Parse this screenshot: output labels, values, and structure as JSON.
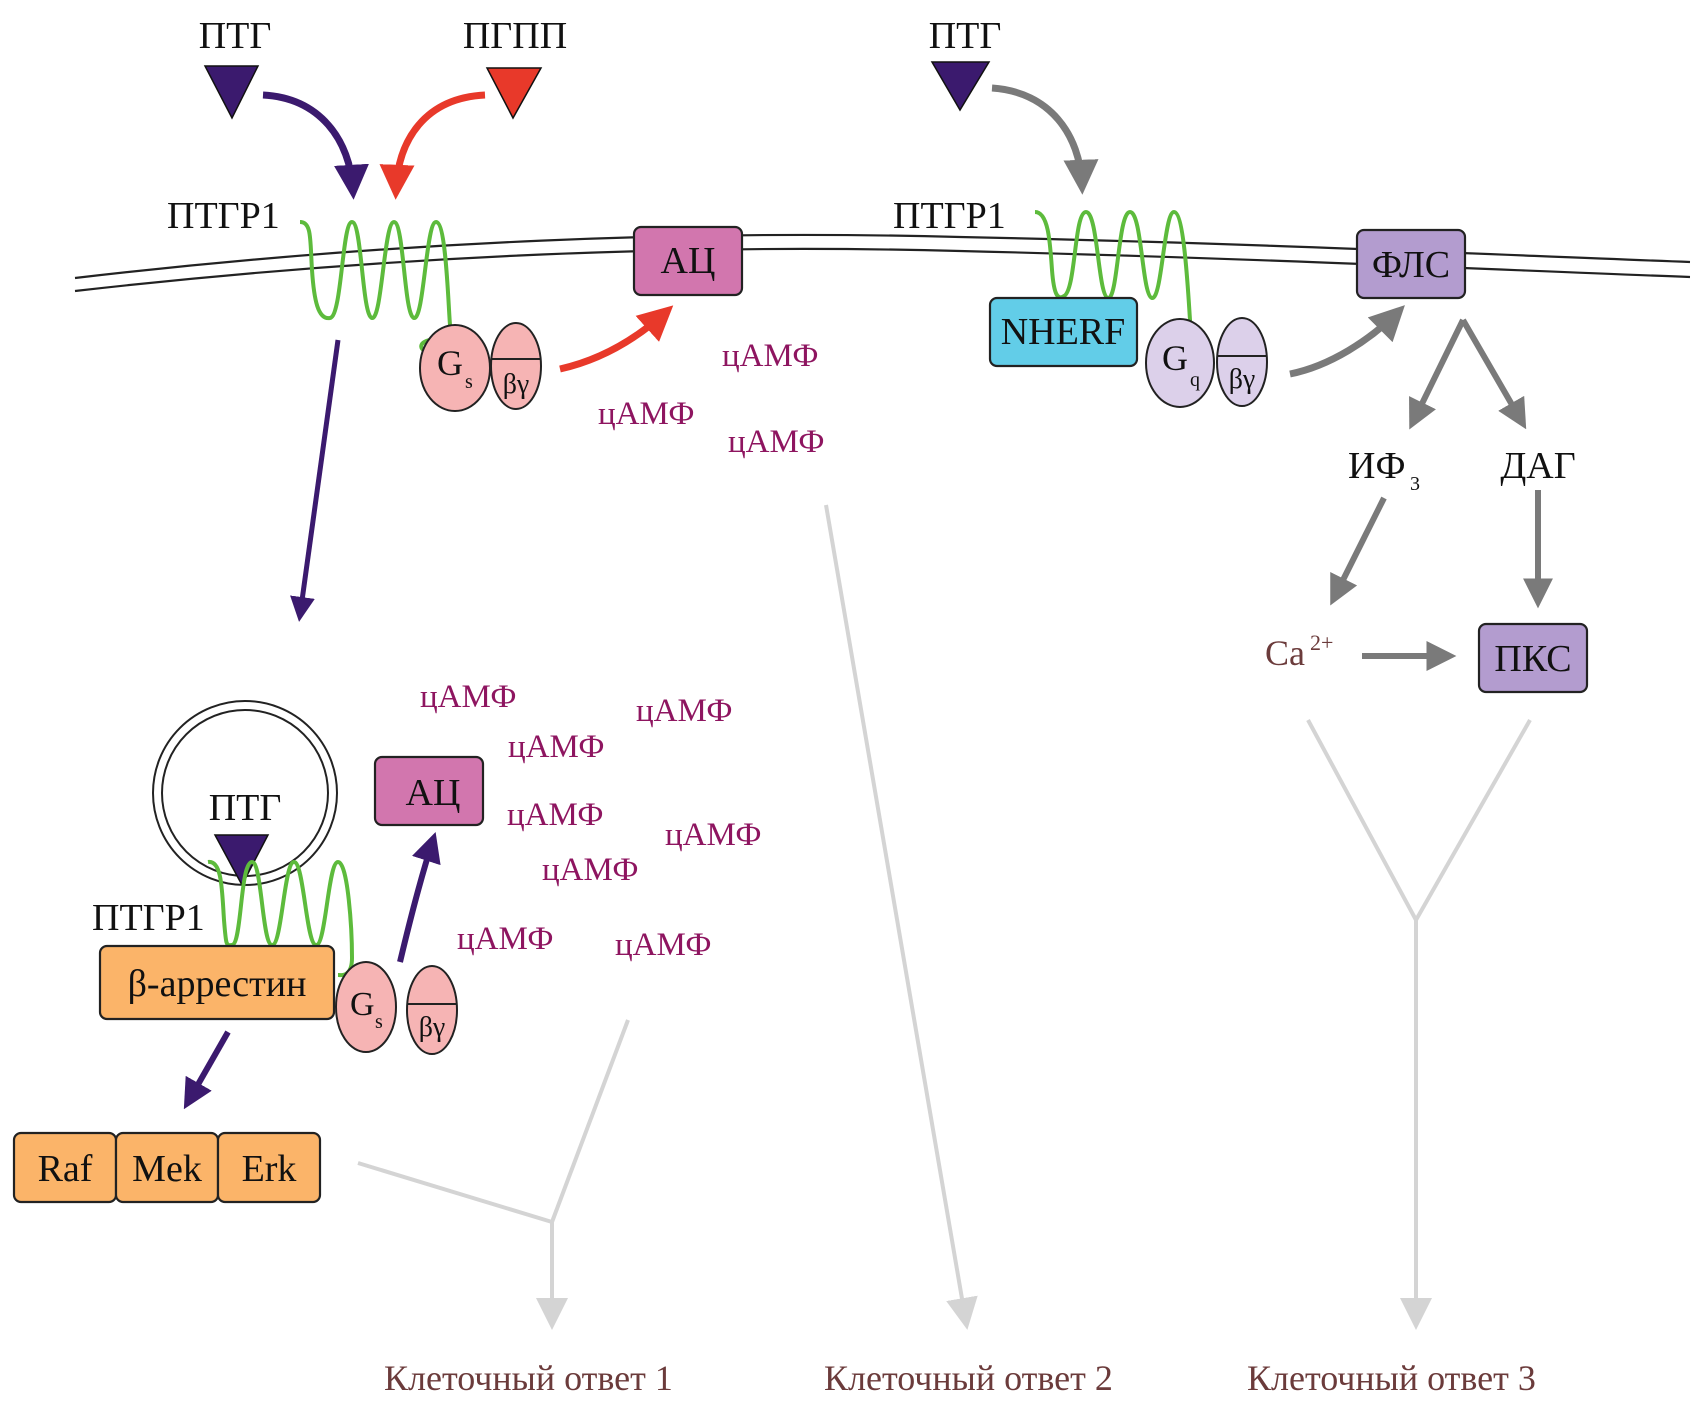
{
  "title": "PTH / PTHrP receptor (ПТГР1) signaling pathways",
  "ligands": {
    "pth_left": "ПТГ",
    "pthrp": "ПГПП",
    "pth_right": "ПТГ",
    "pth_endosome": "ПТГ"
  },
  "receptors": {
    "left": "ПТГР1",
    "right": "ПТГР1",
    "endosome": "ПТГР1"
  },
  "proteins": {
    "ac_membrane": "АЦ",
    "ac_endosome": "АЦ",
    "plc": "ФЛС",
    "nherf": "NHERF",
    "pkc": "ПКС",
    "beta_arrestin": "β-аррестин",
    "raf": "Raf",
    "mek": "Mek",
    "erk": "Erk"
  },
  "g_proteins": {
    "gs_letter": "G",
    "gs_sub": "s",
    "gq_letter": "G",
    "gq_sub": "q",
    "beta_gamma": "βγ"
  },
  "messengers": {
    "camp": "цАМФ",
    "ip3": "ИФ",
    "ip3_sub": "3",
    "dag": "ДАГ",
    "ca": "Ca",
    "ca_sup": "2+"
  },
  "responses": {
    "r1": "Клеточный ответ 1",
    "r2": "Клеточный ответ 2",
    "r3": "Клеточный ответ 3"
  },
  "colors": {
    "pth": "#3b1a6e",
    "pthrp": "#e8392a",
    "gray_arrow": "#7a7a7a",
    "light_arrow": "#d4d4d4",
    "receptor": "#5dbb3c",
    "ac": "#d276ae",
    "plc_pkc": "#b39ccf",
    "nherf": "#62cde8",
    "gs": "#f6b4b4",
    "gq": "#dcd0ea",
    "arrestin_mapk": "#fbb469",
    "camp": "#8e1560",
    "response": "#6b3b3b"
  }
}
